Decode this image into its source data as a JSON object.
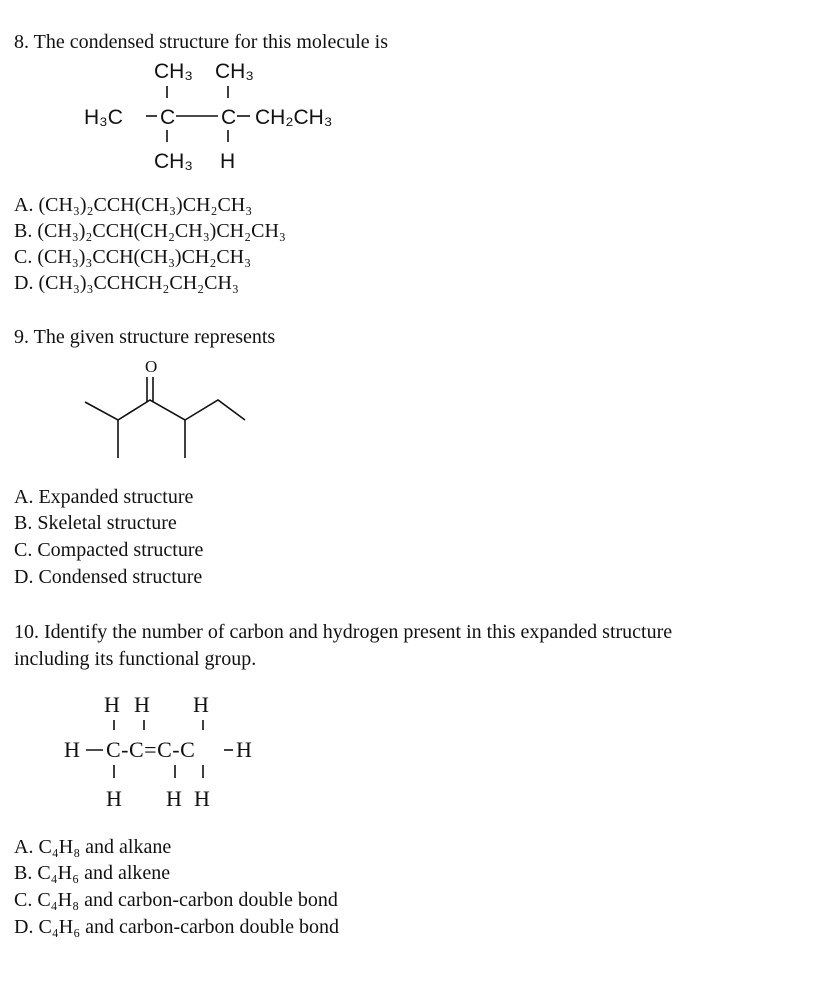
{
  "questions": [
    {
      "prompt": "8. The condensed structure for this molecule is",
      "structure": {
        "top1": "CH₃",
        "top2": "CH₃",
        "left": "H₃C",
        "c1": "C",
        "c2": "C",
        "right": "CH₂CH₃",
        "bottom1": "CH₃",
        "bottom2": "H"
      },
      "options": [
        "A. (CH₃)₂CCH(CH₃)CH₂CH₃",
        "B. (CH₃)₂CCH(CH₂CH₃)CH₂CH₃",
        "C. (CH₃)₃CCH(CH₃)CH₂CH₃",
        "D. (CH₃)₃CCHCH₂CH₂CH₃"
      ]
    },
    {
      "prompt": "9. The given structure represents",
      "structure": {
        "oxygen": "O"
      },
      "options": [
        "A. Expanded structure",
        "B. Skeletal structure",
        "C. Compacted structure",
        "D. Condensed structure"
      ]
    },
    {
      "prompt_line1": "10. Identify the number of carbon and hydrogen present in this expanded structure",
      "prompt_line2": "including its functional group.",
      "structure": {
        "h": "H",
        "c": "C",
        "chain": "C-C=C-C"
      },
      "options": [
        "A. C₄H₈ and alkane",
        "B. C₄H₆ and alkene",
        "C. C₄H₈ and carbon-carbon double bond",
        "D. C₄H₆ and carbon-carbon double bond"
      ]
    }
  ]
}
